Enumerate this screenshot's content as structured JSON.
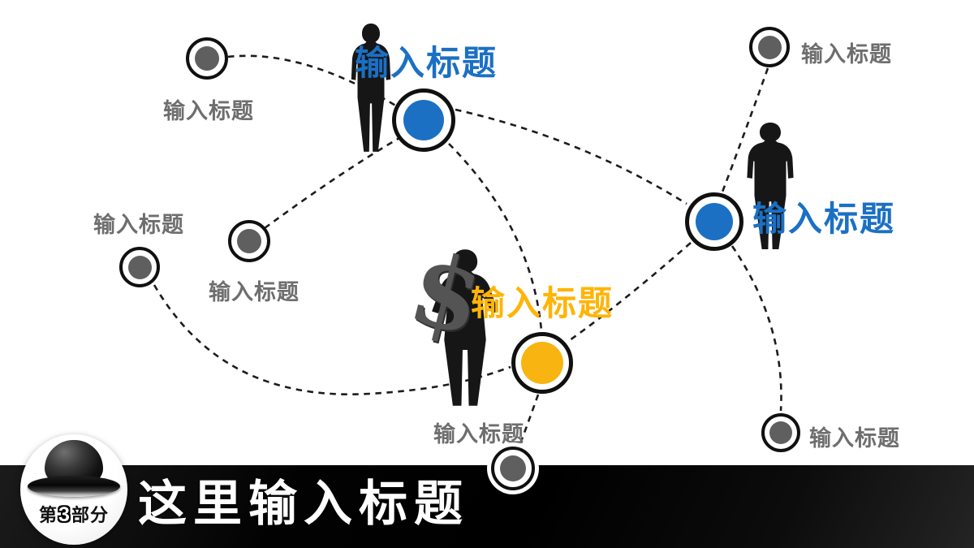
{
  "slide": {
    "bottom_bar": {
      "title": "这里输入标题",
      "badge": {
        "part_prefix": "第",
        "part_number": "3",
        "part_suffix": "部分"
      }
    },
    "network": {
      "gray_labels": [
        {
          "position": "top-left",
          "text": "输入标题"
        },
        {
          "position": "mid-left",
          "text": "输入标题"
        },
        {
          "position": "left",
          "text": "输入标题"
        },
        {
          "position": "top-right",
          "text": "输入标题"
        },
        {
          "position": "bottom-right",
          "text": "输入标题"
        },
        {
          "position": "bottom-center",
          "text": "输入标题"
        }
      ],
      "highlight_titles": [
        {
          "position": "top-blue",
          "color": "#1b70c4",
          "text": "输入标题"
        },
        {
          "position": "right-blue",
          "color": "#1b70c4",
          "text": "输入标题"
        },
        {
          "position": "center-gold",
          "color": "#ffb406",
          "text": "输入标题"
        }
      ],
      "icons": [
        "businessman-silhouette",
        "tuxedo-man-silhouette",
        "dollar-man-silhouette",
        "dollar-sign-icon",
        "bowler-hat-icon"
      ],
      "dollar_glyph": "$"
    },
    "colors": {
      "background": "#ffffff",
      "accent_blue": "#1b70c4",
      "accent_yellow": "#f8b410",
      "node_gray": "#5f5f5f",
      "label_gray": "#6e6e6e",
      "line_black": "#1c1c1c",
      "bar_black": "#000000",
      "bar_text": "#ffffff"
    }
  }
}
